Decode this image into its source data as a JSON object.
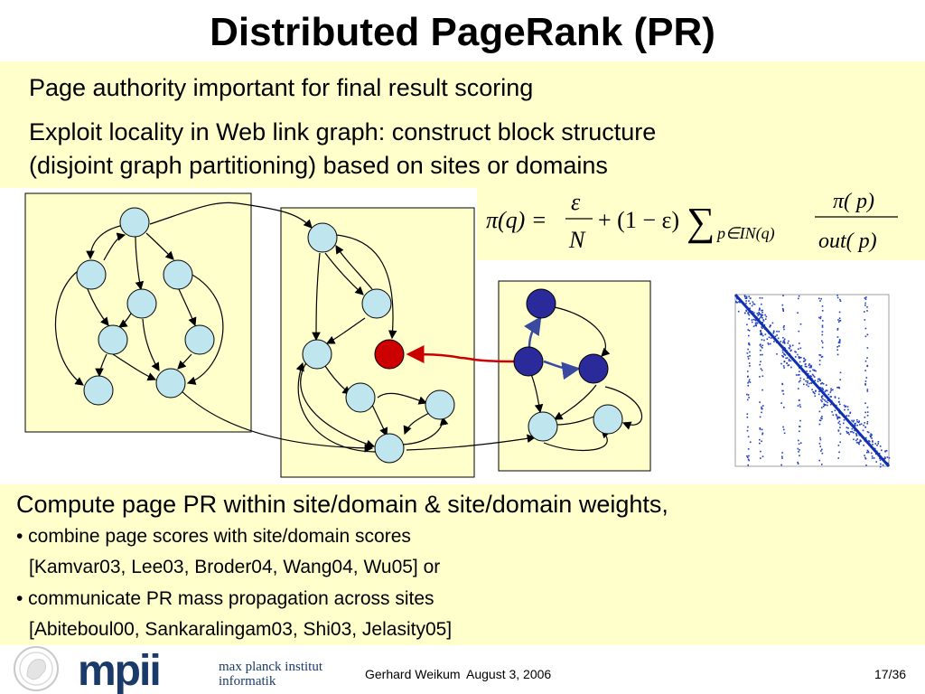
{
  "slide": {
    "title": "Distributed PageRank (PR)",
    "top_points": [
      "Page authority important for final result scoring",
      "Exploit locality in Web link graph: construct block structure",
      "(disjoint graph partitioning) based on sites or domains"
    ],
    "bottom_points": {
      "heading": "Compute page PR within site/domain & site/domain weights,",
      "bullet1": "• combine page scores with site/domain scores",
      "refs1": "[Kamvar03, Lee03, Broder04, Wang04, Wu05] or",
      "bullet2": "• communicate PR mass propagation across sites",
      "refs2": "[Abiteboul00, Sankaralingam03, Shi03, Jelasity05]"
    }
  },
  "formula": {
    "lhs": "π(q) =",
    "eps": "ε",
    "N": "N",
    "plus_term": "+ (1 − ε)",
    "sum": "∑",
    "sum_sub": "p∈IN(q)",
    "num": "π( p)",
    "den": "out( p)"
  },
  "logo": {
    "mark": "mpii",
    "line1": "max planck institut",
    "line2": "informatik"
  },
  "footer": {
    "author": "Gerhard Weikum",
    "date": "August 3, 2006",
    "page": "17/36"
  },
  "colors": {
    "band": "#ffffcc",
    "node_light": "#bfe6ee",
    "node_red": "#cc0000",
    "node_blue": "#2a2a9a",
    "logo_blue": "#1a3a6a"
  }
}
